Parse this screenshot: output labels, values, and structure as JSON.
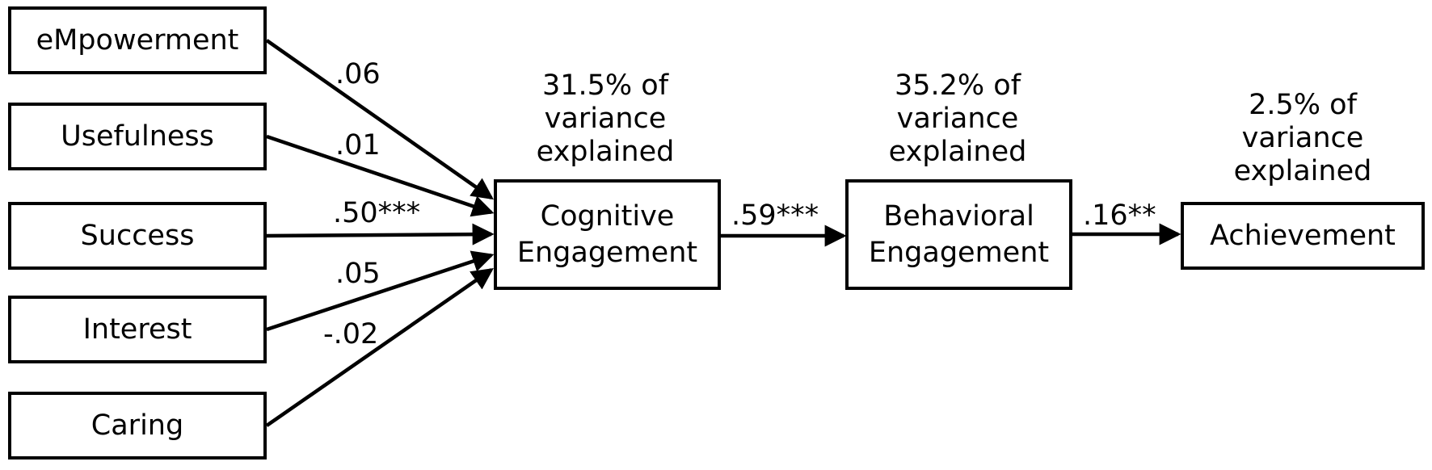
{
  "predictors": [
    {
      "label": "eMpowerment",
      "coef": ".06"
    },
    {
      "label": "Usefulness",
      "coef": ".01"
    },
    {
      "label": "Success",
      "coef": ".50***"
    },
    {
      "label": "Interest",
      "coef": ".05"
    },
    {
      "label": "Caring",
      "coef": "-.02"
    }
  ],
  "cognitive": {
    "line1": "Cognitive",
    "line2": "Engagement",
    "variance": [
      "31.5% of",
      "variance",
      "explained"
    ]
  },
  "behavioral": {
    "line1": "Behavioral",
    "line2": "Engagement",
    "variance": [
      "35.2% of",
      "variance",
      "explained"
    ]
  },
  "achievement": {
    "label": "Achievement",
    "variance": [
      "2.5% of",
      "variance",
      "explained"
    ]
  },
  "paths": {
    "cog_to_beh": ".59***",
    "beh_to_ach": ".16**"
  }
}
